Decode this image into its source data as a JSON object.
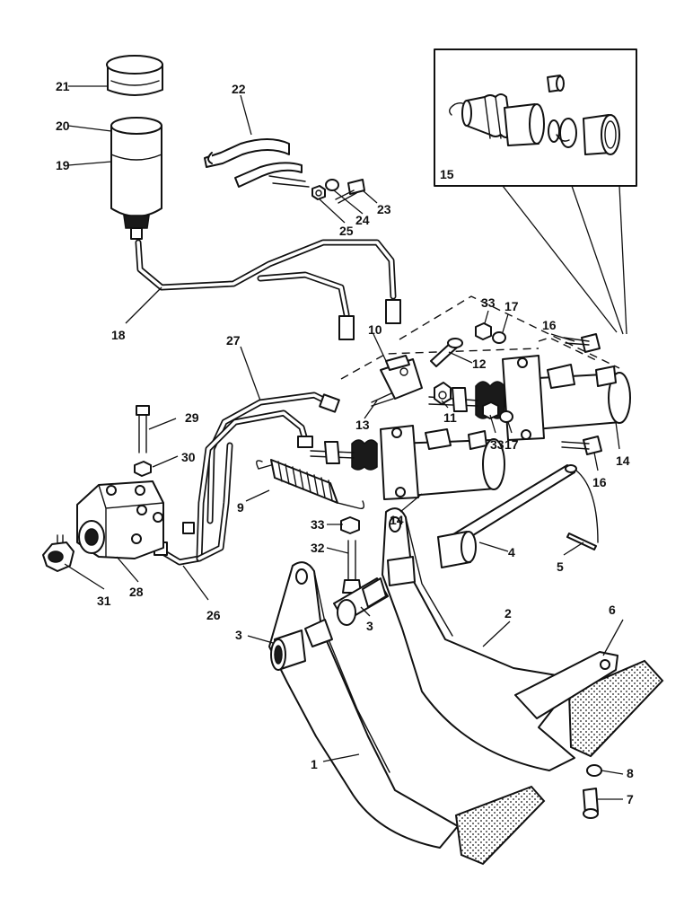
{
  "diagram": {
    "labels": [
      {
        "id": "1",
        "text": "1"
      },
      {
        "id": "2",
        "text": "2"
      },
      {
        "id": "3a",
        "text": "3"
      },
      {
        "id": "3b",
        "text": "3"
      },
      {
        "id": "4",
        "text": "4"
      },
      {
        "id": "5",
        "text": "5"
      },
      {
        "id": "6",
        "text": "6"
      },
      {
        "id": "7",
        "text": "7"
      },
      {
        "id": "8",
        "text": "8"
      },
      {
        "id": "9",
        "text": "9"
      },
      {
        "id": "10",
        "text": "10"
      },
      {
        "id": "11",
        "text": "11"
      },
      {
        "id": "12",
        "text": "12"
      },
      {
        "id": "13",
        "text": "13"
      },
      {
        "id": "14a",
        "text": "14"
      },
      {
        "id": "14b",
        "text": "14"
      },
      {
        "id": "15",
        "text": "15"
      },
      {
        "id": "16a",
        "text": "16"
      },
      {
        "id": "16b",
        "text": "16"
      },
      {
        "id": "17a",
        "text": "17"
      },
      {
        "id": "17b",
        "text": "17"
      },
      {
        "id": "18",
        "text": "18"
      },
      {
        "id": "19",
        "text": "19"
      },
      {
        "id": "20",
        "text": "20"
      },
      {
        "id": "21",
        "text": "21"
      },
      {
        "id": "22",
        "text": "22"
      },
      {
        "id": "23",
        "text": "23"
      },
      {
        "id": "24",
        "text": "24"
      },
      {
        "id": "25",
        "text": "25"
      },
      {
        "id": "26",
        "text": "26"
      },
      {
        "id": "27",
        "text": "27"
      },
      {
        "id": "28",
        "text": "28"
      },
      {
        "id": "29",
        "text": "29"
      },
      {
        "id": "30",
        "text": "30"
      },
      {
        "id": "31",
        "text": "31"
      },
      {
        "id": "32",
        "text": "32"
      },
      {
        "id": "33a",
        "text": "33"
      },
      {
        "id": "33b",
        "text": "33"
      },
      {
        "id": "33c",
        "text": "33"
      }
    ]
  }
}
